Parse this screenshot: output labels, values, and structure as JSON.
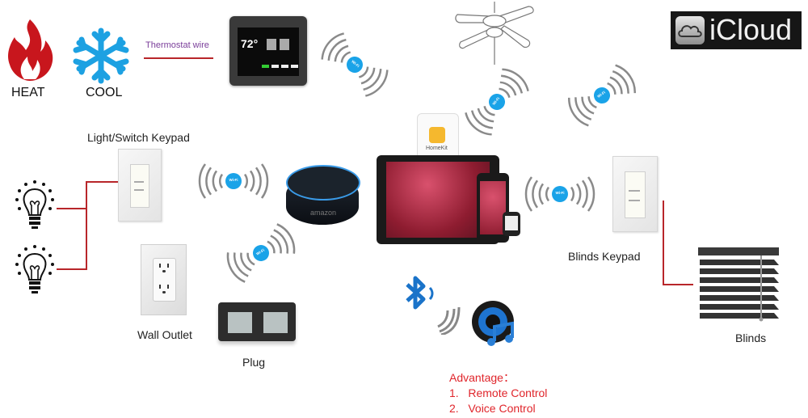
{
  "hvac": {
    "heat_label": "HEAT",
    "cool_label": "COOL",
    "wire_label": "Thermostat wire"
  },
  "thermostat": {
    "temperature": "72°"
  },
  "icloud": {
    "brand": "iCloud"
  },
  "devices": {
    "light_keypad_label": "Light/Switch Keypad",
    "wall_outlet_label": "Wall Outlet",
    "plug_label": "Plug",
    "blinds_keypad_label": "Blinds Keypad",
    "blinds_label": "Blinds",
    "echo_brand": "amazon",
    "homekit_label": "HomeKit"
  },
  "wifi": {
    "badge": "Wi-Fi"
  },
  "advantage": {
    "title": "Advantage：",
    "items": [
      "1.   Remote Control",
      "2.   Voice Control"
    ]
  },
  "colors": {
    "wire": "#b8262a",
    "wifi_blue": "#1aa3e8",
    "heat_red": "#c8161d",
    "cool_blue": "#1da1e2",
    "wire_label": "#7a3e9a",
    "advantage": "#e0252b"
  }
}
